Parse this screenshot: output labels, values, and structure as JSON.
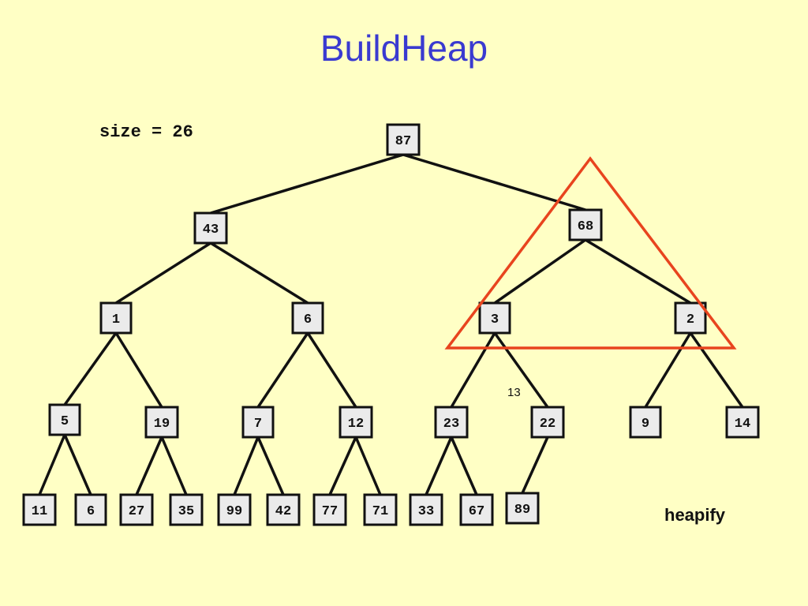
{
  "title": "BuildHeap",
  "size_label": "size = 26",
  "index_note": "13",
  "side_note": "heapify",
  "colors": {
    "background": "#ffffc5",
    "title": "#3a3ad0",
    "highlight_triangle": "#e8441e",
    "node_fill": "#ebebeb"
  },
  "tree": {
    "nodes": [
      {
        "id": "n87",
        "label": "87"
      },
      {
        "id": "n43",
        "label": "43"
      },
      {
        "id": "n68",
        "label": "68"
      },
      {
        "id": "n1",
        "label": "1"
      },
      {
        "id": "n6a",
        "label": "6"
      },
      {
        "id": "n3",
        "label": "3"
      },
      {
        "id": "n2",
        "label": "2"
      },
      {
        "id": "n5",
        "label": "5"
      },
      {
        "id": "n19",
        "label": "19"
      },
      {
        "id": "n7",
        "label": "7"
      },
      {
        "id": "n12",
        "label": "12"
      },
      {
        "id": "n23",
        "label": "23"
      },
      {
        "id": "n22",
        "label": "22"
      },
      {
        "id": "n9",
        "label": "9"
      },
      {
        "id": "n14",
        "label": "14"
      },
      {
        "id": "n11",
        "label": "11"
      },
      {
        "id": "n6b",
        "label": "6"
      },
      {
        "id": "n27",
        "label": "27"
      },
      {
        "id": "n35",
        "label": "35"
      },
      {
        "id": "n99",
        "label": "99"
      },
      {
        "id": "n42",
        "label": "42"
      },
      {
        "id": "n77",
        "label": "77"
      },
      {
        "id": "n71",
        "label": "71"
      },
      {
        "id": "n33",
        "label": "33"
      },
      {
        "id": "n67",
        "label": "67"
      },
      {
        "id": "n89",
        "label": "89"
      }
    ],
    "edges": [
      [
        "n87",
        "n43"
      ],
      [
        "n87",
        "n68"
      ],
      [
        "n43",
        "n1"
      ],
      [
        "n43",
        "n6a"
      ],
      [
        "n68",
        "n3"
      ],
      [
        "n68",
        "n2"
      ],
      [
        "n1",
        "n5"
      ],
      [
        "n1",
        "n19"
      ],
      [
        "n6a",
        "n7"
      ],
      [
        "n6a",
        "n12"
      ],
      [
        "n3",
        "n23"
      ],
      [
        "n3",
        "n22"
      ],
      [
        "n2",
        "n9"
      ],
      [
        "n2",
        "n14"
      ],
      [
        "n5",
        "n11"
      ],
      [
        "n5",
        "n6b"
      ],
      [
        "n19",
        "n27"
      ],
      [
        "n19",
        "n35"
      ],
      [
        "n7",
        "n99"
      ],
      [
        "n7",
        "n42"
      ],
      [
        "n12",
        "n77"
      ],
      [
        "n12",
        "n71"
      ],
      [
        "n23",
        "n33"
      ],
      [
        "n23",
        "n67"
      ],
      [
        "n22",
        "n89"
      ]
    ],
    "highlighted_subtree_root": "n68"
  }
}
